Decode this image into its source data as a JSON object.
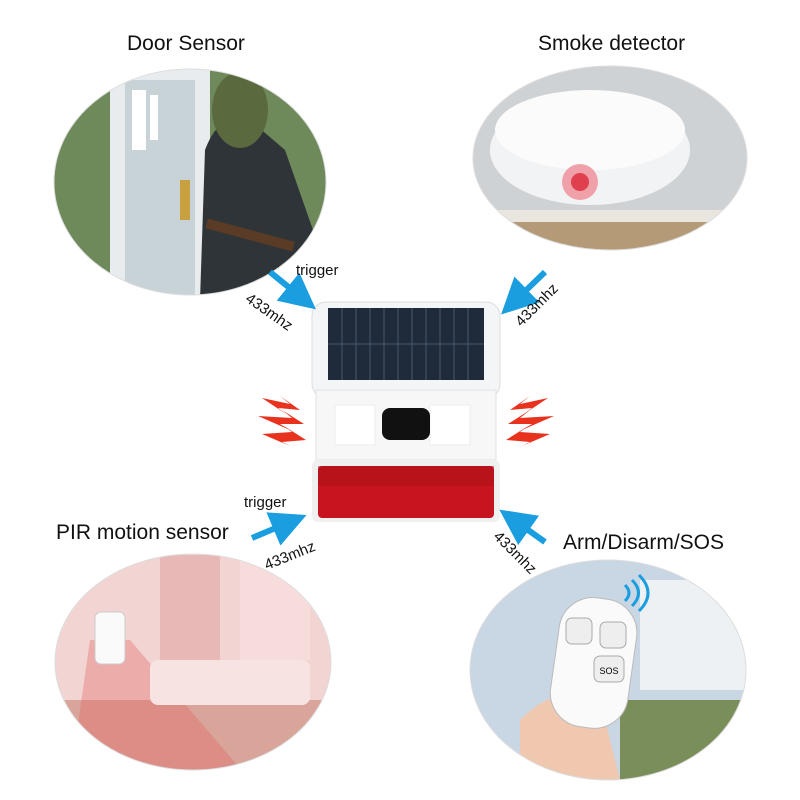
{
  "labels": {
    "door_sensor": "Door Sensor",
    "smoke_detector": "Smoke detector",
    "pir_sensor": "PIR motion sensor",
    "remote": "Arm/Disarm/SOS"
  },
  "signals": {
    "trigger_top": "trigger",
    "trigger_bottom": "trigger",
    "freq_top_left": "433mhz",
    "freq_top_right": "433mhz",
    "freq_bottom_left": "433mhz",
    "freq_bottom_right": "433mhz"
  },
  "remote_buttons": {
    "sos": "SOS"
  },
  "colors": {
    "arrow": "#1a9ee0",
    "siren": "#d0121a",
    "lightning": "#e8321e"
  }
}
